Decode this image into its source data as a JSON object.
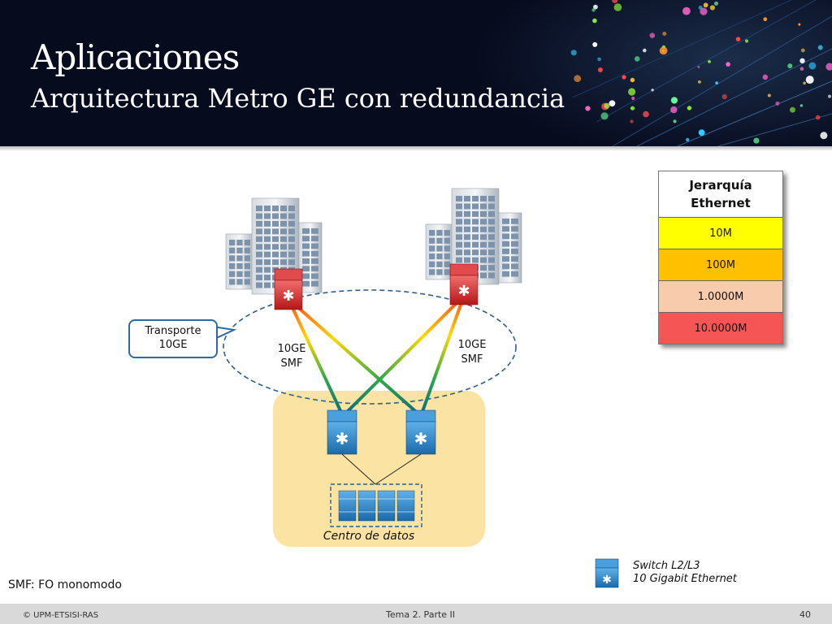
{
  "header": {
    "title": "Aplicaciones",
    "subtitle": "Arquitectura Metro GE con redundancia"
  },
  "diagram": {
    "callout": "Transporte\n10GE",
    "link_left": "10GE\nSMF",
    "link_right": "10GE\nSMF",
    "datacenter_label": "Centro de datos",
    "colors": {
      "datacenter_bg": "#fbe3a3",
      "ring_stroke": "#2f5f8e",
      "switch_blue": "#2a7fc0",
      "router_red": "#d62a2a"
    }
  },
  "hierarchy_table": {
    "header": "Jerarquía Ethernet",
    "rows": [
      {
        "label": "10M",
        "color": "#ffff00"
      },
      {
        "label": "100M",
        "color": "#ffc000"
      },
      {
        "label": "1.0000M",
        "color": "#f8cbad"
      },
      {
        "label": "10.0000M",
        "color": "#f55555"
      }
    ]
  },
  "notes": {
    "smf": "SMF: FO monomodo"
  },
  "legend": {
    "icon": "switch-l2-l3-icon",
    "line1": "Switch L2/L3",
    "line2": "10 Gigabit Ethernet"
  },
  "footer": {
    "copyright": "© UPM-ETSISI-RAS",
    "center": "Tema 2. Parte II",
    "page": "40"
  }
}
